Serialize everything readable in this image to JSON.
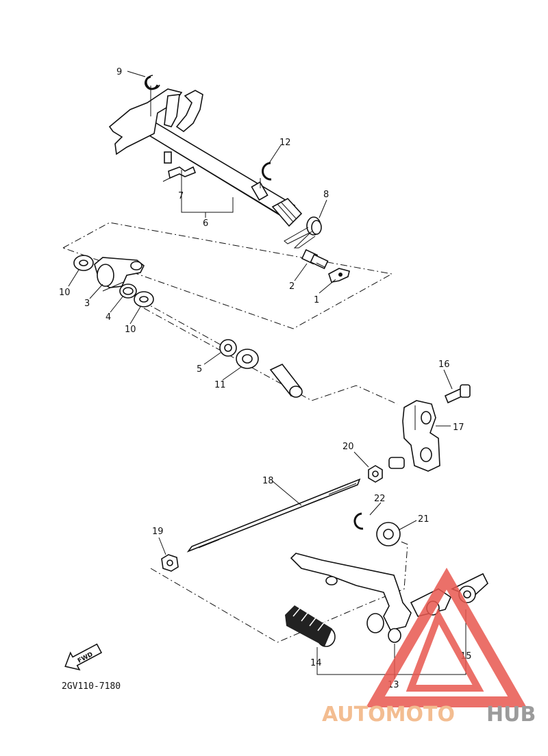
{
  "diagram": {
    "code": "2GV110-7180",
    "fwd_label": "FWD",
    "callouts": {
      "c1": "1",
      "c2": "2",
      "c3": "3",
      "c4": "4",
      "c5": "5",
      "c6": "6",
      "c7": "7",
      "c8": "8",
      "c9": "9",
      "c10a": "10",
      "c10b": "10",
      "c11": "11",
      "c12": "12",
      "c13": "13",
      "c14": "14",
      "c15": "15",
      "c16": "16",
      "c17": "17",
      "c18": "18",
      "c19": "19",
      "c20": "20",
      "c21": "21",
      "c22": "22"
    }
  },
  "watermark": {
    "word_a": "AUTOMOTO",
    "word_b": "HUB",
    "color_a": "#f2b27e",
    "color_b": "#8a8a8a",
    "triangle_color": "#e8584f"
  }
}
